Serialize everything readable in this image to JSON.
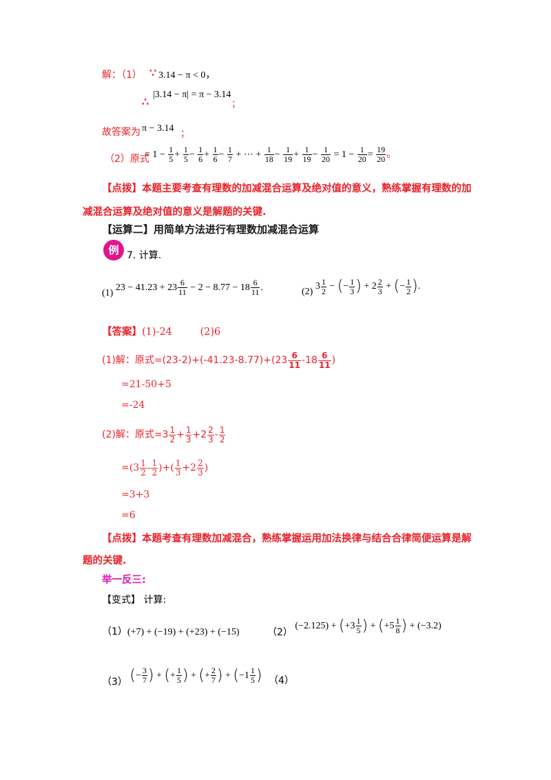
{
  "sol1": {
    "label": "解：（1）",
    "because": "∵",
    "line1": "3.14 − π < 0，",
    "therefore": "∴",
    "line2": "|3.14 − π| = π − 3.14",
    "line2_end": "；",
    "answer_prefix": "故答案为",
    "answer_val": "π − 3.14",
    "answer_end": "；",
    "part2_label": "（2）原式",
    "part2_prefix": "= 1 −",
    "part2_dots": "+ ⋯ +",
    "part2_result": "= 1 −",
    "part2_end": "。"
  },
  "fracs": {
    "one": "1",
    "five": "5",
    "six": "6",
    "seven": "7",
    "eighteen": "18",
    "nineteen": "19",
    "twenty": "20",
    "eleven": "11",
    "two": "2",
    "three": "3",
    "eight": "8"
  },
  "tip1": {
    "line1": "【点拨】本题主要考查有理数的加减混合运算及绝对值的意义，熟练掌握有理数的加",
    "line2": "减混合运算及绝对值的意义是解题的关键."
  },
  "section2_title": "【运算二】用简单方法进行有理数加减混合运算",
  "example": {
    "badge": "例",
    "label": "7. 计算.",
    "p1_label": "(1)",
    "p1_expr_a": "23 − 41.23 + 23",
    "p1_expr_b": "− 2 − 8.77 − 18",
    "p1_end": ".",
    "p2_label": "(2)",
    "p2_a": "3",
    "p2_b": "+ 2",
    "p2_end": "."
  },
  "answer": {
    "label": "【答案】",
    "a1": "(1)-24",
    "a2": "(2)6"
  },
  "work1": {
    "l1a": "(1)解：原式=(23-2)+(-41.23-8.77)+(23",
    "l1b": "-18",
    "l1c": ")",
    "l2": "=21-50+5",
    "l3": "=-24"
  },
  "work2": {
    "l1a": "(2)解：原式=3",
    "l1b": "+",
    "l1c": "+2",
    "l1d": "-",
    "l2a": "=(3",
    "l2b": "-",
    "l2c": ")+(",
    "l2d": "+2",
    "l2e": ")",
    "l3": "=3+3",
    "l4": "=6"
  },
  "tip2": {
    "line1": "【点拨】本题考查有理数加减混合，熟练掌握运用加法换律与结合合律简便运算是解",
    "line2": "题的关键."
  },
  "practice": {
    "title": "举一反三:",
    "variant": "【变式】 计算:",
    "q1_label": "（1）",
    "q1_expr": "(+7) + (−19) + (+23) + (−15)",
    "q2_label": "（2）",
    "q2_a": "(−2.125) +",
    "q2_b": "+3",
    "q2_c": "+5",
    "q2_d": "+ (−3.2)",
    "q3_label": "（3）",
    "q4_label": "（4）"
  }
}
